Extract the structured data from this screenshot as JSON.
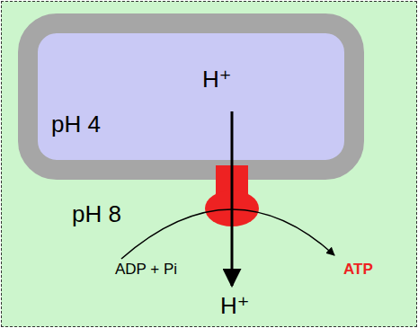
{
  "diagram": {
    "nodes": [
      {
        "text": [
          "H⁺",
          "pH 4"
        ]
      }
    ],
    "labels": [
      "pH 8",
      "ADP + Pi",
      "H⁺",
      "ATP"
    ]
  }
}
